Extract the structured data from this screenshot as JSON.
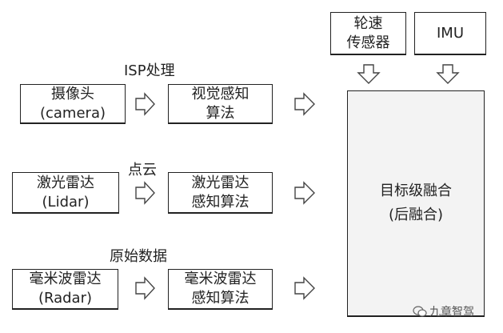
{
  "sources": {
    "camera": {
      "line1": "摄像头",
      "line2": "(camera)",
      "stage_label": "ISP处理",
      "algo_line1": "视觉感知",
      "algo_line2": "算法"
    },
    "lidar": {
      "line1": "激光雷达",
      "line2": "(Lidar)",
      "stage_label": "点云",
      "algo_line1": "激光雷达",
      "algo_line2": "感知算法"
    },
    "radar": {
      "line1": "毫米波雷达",
      "line2": "(Radar)",
      "stage_label": "原始数据",
      "algo_line1": "毫米波雷达",
      "algo_line2": "感知算法"
    }
  },
  "top_inputs": {
    "wheel_speed": {
      "line1": "轮速",
      "line2": "传感器"
    },
    "imu": {
      "line1": "IMU"
    }
  },
  "fusion": {
    "line1": "目标级融合",
    "line2": "(后融合)"
  },
  "watermark": {
    "text": "九章智驾"
  },
  "colors": {
    "border": "#222222",
    "fusion_fill": "#f3f3f3",
    "arrow_stroke": "#444444"
  }
}
